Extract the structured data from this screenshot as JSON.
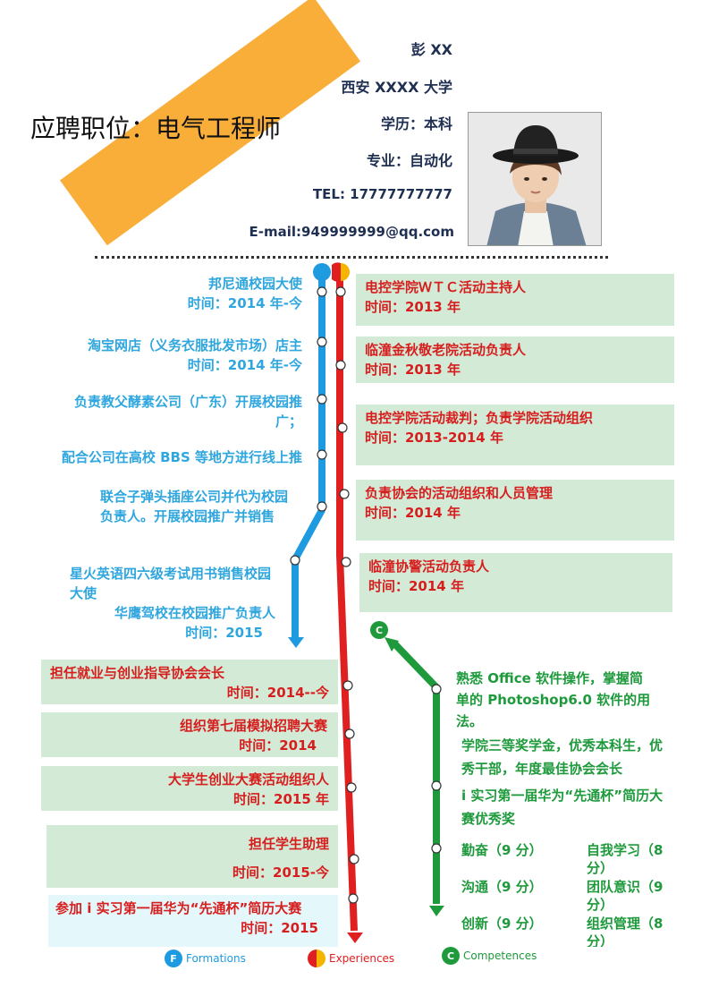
{
  "header": {
    "job_title": "应聘职位：电气工程师",
    "name": "彭 XX",
    "school": "西安 XXXX 大学",
    "degree": "学历：本科",
    "major": "专业：自动化",
    "tel": "TEL: 17777777777",
    "email": "E-mail:949999999@qq.com",
    "photo_alt": "photo"
  },
  "formations": [
    {
      "title": "邦尼通校园大使",
      "time": "时间：2014 年-今"
    },
    {
      "title": "淘宝网店（义务衣服批发市场）店主",
      "time": "时间：2014 年-今"
    },
    {
      "title": "负责教父酵素公司（广东）开展校园推",
      "time": "广；"
    },
    {
      "title": "配合公司在高校 BBS 等地方进行线上推",
      "time": ""
    },
    {
      "title": "联合子弹头插座公司并代为校园负责人。开展校园推广并销售",
      "time": ""
    },
    {
      "title": "星火英语四六级考试用书销售校园大使",
      "time": ""
    },
    {
      "title": "华鹰驾校在校园推广负责人",
      "time": "时间：2015"
    }
  ],
  "experiences_right": [
    {
      "title": "电控学院ＷＴＣ活动主持人",
      "time": "时间：2013 年"
    },
    {
      "title": "临潼金秋敬老院活动负责人",
      "time": "时间：2013 年"
    },
    {
      "title": "电控学院活动裁判；负责学院活动组织",
      "time": "时间：2013-2014 年"
    },
    {
      "title": "负责协会的活动组织和人员管理",
      "time": "时间：2014 年"
    },
    {
      "title": "临潼协警活动负责人",
      "time": "时间：2014 年"
    }
  ],
  "experiences_left": [
    {
      "title": "担任就业与创业指导协会会长",
      "time": "时间：2014--今"
    },
    {
      "title": "组织第七届模拟招聘大赛",
      "time": "时间：2014"
    },
    {
      "title": "大学生创业大赛活动组织人",
      "time": "时间：2015 年"
    },
    {
      "title": "担任学生助理",
      "time": "时间：2015-今"
    },
    {
      "title": "参加 i 实习第一届华为“先通杯”简历大赛",
      "time": "时间：2015"
    }
  ],
  "competences": {
    "skills": "熟悉 Office 软件操作，掌握简单的 Photoshop6.0 软件的用法。",
    "awards": "学院三等奖学金，优秀本科生，优秀干部，年度最佳协会会长",
    "award2": "i 实习第一届华为“先通杯”简历大赛优秀奖",
    "ratings": [
      {
        "left": "勤奋（9 分）",
        "right": "自我学习（8 分）"
      },
      {
        "left": "沟通（9 分）",
        "right": "团队意识（9 分）"
      },
      {
        "left": "创新（9 分）",
        "right": "组织管理（8 分）"
      }
    ]
  },
  "legend": [
    {
      "letter": "F",
      "label": "Formations",
      "color": "#1E9BE0"
    },
    {
      "letter": "",
      "label": "Experiences",
      "color": "#E02020"
    },
    {
      "letter": "C",
      "label": "Competences",
      "color": "#1E9A3C"
    }
  ],
  "colors": {
    "blue": "#1E9BE0",
    "red": "#E02020",
    "green": "#1E9A3C",
    "orange": "#F9AE3A",
    "box": "#D3EAD6"
  }
}
